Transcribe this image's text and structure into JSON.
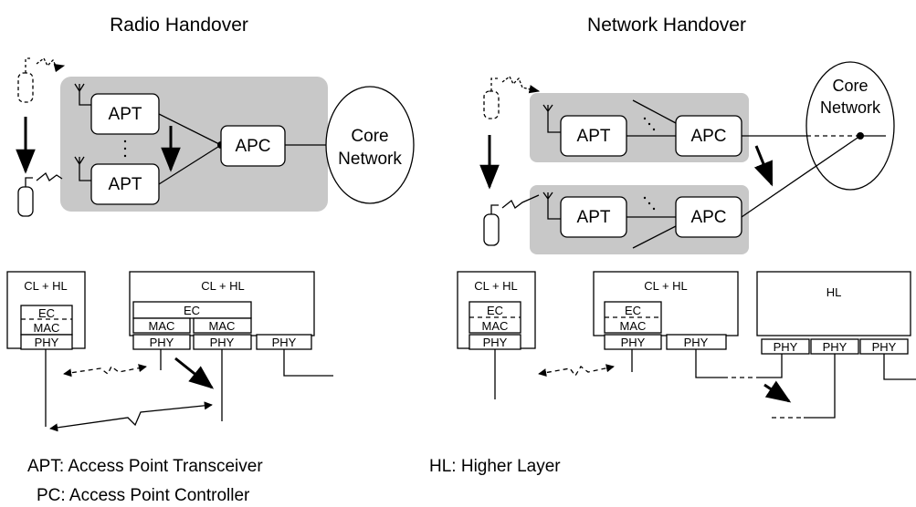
{
  "titles": {
    "left": "Radio Handover",
    "right": "Network Handover"
  },
  "left_top": {
    "apt_upper": "APT",
    "apt_lower": "APT",
    "apc": "APC",
    "core_line1": "Core",
    "core_line2": "Network"
  },
  "right_top": {
    "core_line1": "Core",
    "core_line2": "Network",
    "apt_upper": "APT",
    "apc_upper": "APC",
    "apt_lower": "APT",
    "apc_lower": "APC"
  },
  "left_stack": {
    "terminal_top": "CL + HL",
    "terminal_ec": "EC",
    "terminal_mac": "MAC",
    "terminal_phy": "PHY",
    "ap_top": "CL + HL",
    "ap_ec": "EC",
    "ap_mac1": "MAC",
    "ap_mac2": "MAC",
    "ap_phy1": "PHY",
    "ap_phy2": "PHY",
    "ap_phy3": "PHY"
  },
  "right_stack": {
    "terminal_top": "CL + HL",
    "terminal_ec": "EC",
    "terminal_mac": "MAC",
    "terminal_phy": "PHY",
    "ap_top": "CL + HL",
    "ap_ec": "EC",
    "ap_mac": "MAC",
    "ap_phy1": "PHY",
    "ap_phy2": "PHY",
    "hl_top": "HL",
    "hl_phy1": "PHY",
    "hl_phy2": "PHY",
    "hl_phy3": "PHY"
  },
  "legend": {
    "apt": "APT: Access Point Transceiver",
    "hl": "HL: Higher Layer",
    "apc": "PC: Access Point Controller"
  }
}
